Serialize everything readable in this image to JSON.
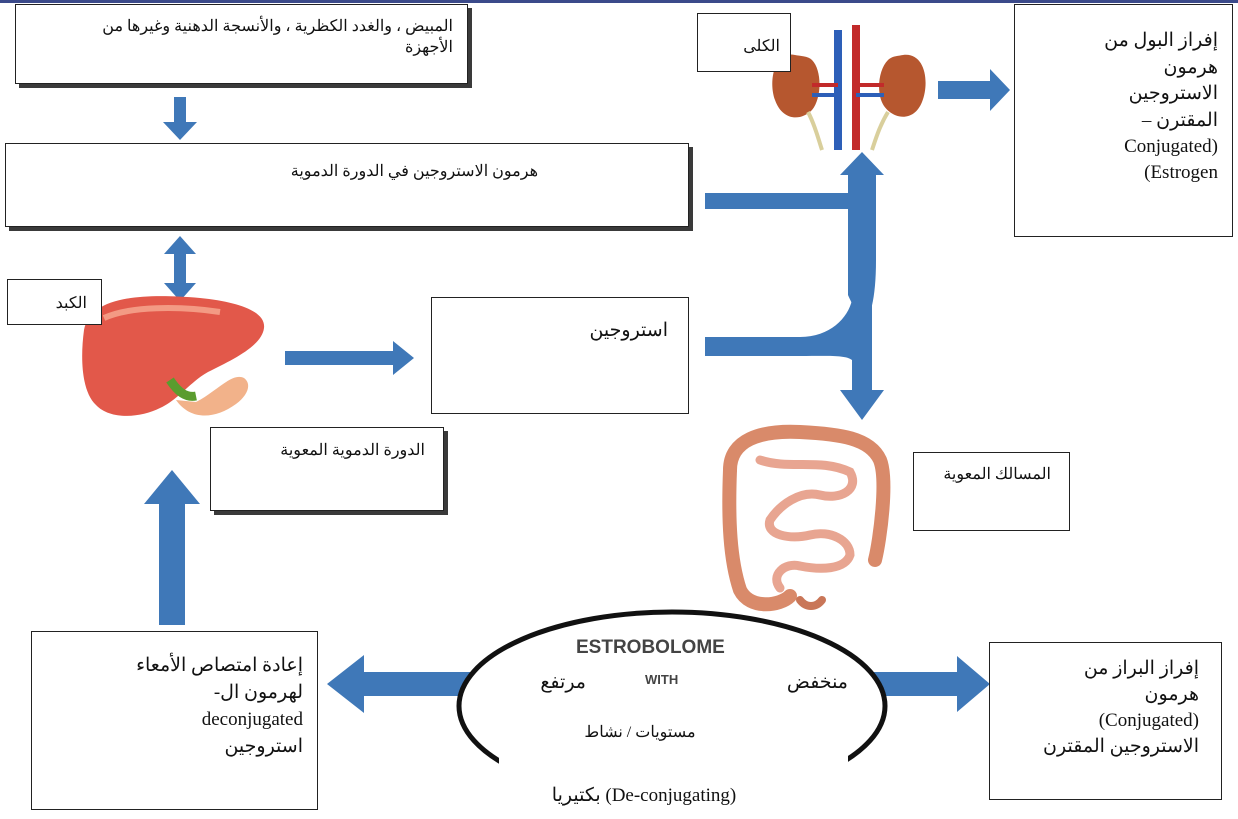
{
  "nodes": {
    "ovaries": "المبيض ، والغدد الكظرية ، والأنسجة الدهنية وغيرها من الأجهزة",
    "kidneys_label": "الكلى",
    "urine_excretion": {
      "line1": "إفراز البول من",
      "line2": "هرمون",
      "line3": "الاستروجين",
      "line4": "المقترن –",
      "line5": "(Conjugated",
      "line6": "Estrogen)"
    },
    "circulating_estrogen": "هرمون الاستروجين في الدورة الدموية",
    "liver_label": "الكبد",
    "estrogen": "استروجين",
    "enterohepatic": "الدورة الدموية المعوية",
    "gut": "المسالك المعوية",
    "reabsorption": {
      "line1": "إعادة امتصاص الأمعاء",
      "line2": "لهرمون ال-",
      "line3": "deconjugated",
      "line4": "استروجين"
    },
    "fecal_excretion": {
      "line1": "إفراز البراز من",
      "line2": "هرمون",
      "line3": "(Conjugated)",
      "line4": "الاستروجين المقترن"
    }
  },
  "estrobolome": {
    "title": "ESTROBOLOME",
    "with": "WITH",
    "high": "مرتفع",
    "low": "منخفض",
    "levels": "مستويات / نشاط",
    "bacteria": "(De-conjugating) بكتيريا"
  },
  "colors": {
    "arrow": "#3f78b8",
    "box_border": "#222222"
  }
}
